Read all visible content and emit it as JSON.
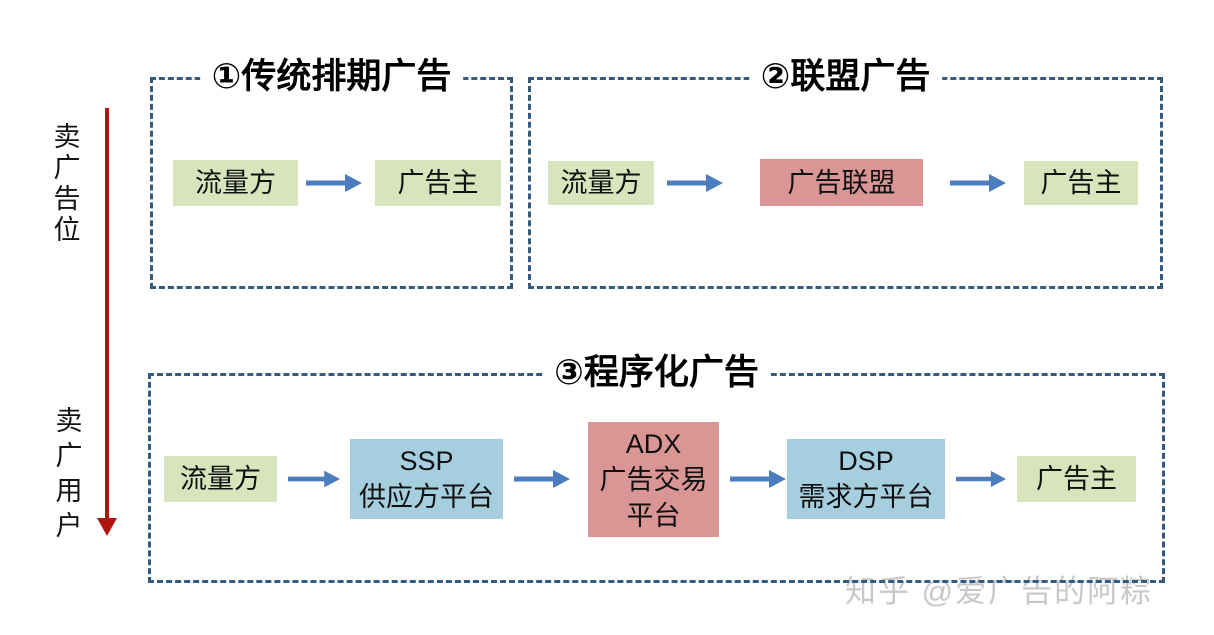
{
  "diagram": {
    "left_axis": {
      "top_label": "卖广告位",
      "bottom_label": "卖广用户",
      "arrow_color": "#b01411"
    },
    "sections": [
      {
        "title": "①传统排期广告",
        "nodes": [
          {
            "label": "流量方",
            "type": "green"
          },
          {
            "label": "广告主",
            "type": "green"
          }
        ]
      },
      {
        "title": "②联盟广告",
        "nodes": [
          {
            "label": "流量方",
            "type": "green"
          },
          {
            "label": "广告联盟",
            "type": "red"
          },
          {
            "label": "广告主",
            "type": "green"
          }
        ]
      },
      {
        "title": "③程序化广告",
        "nodes": [
          {
            "label": "流量方",
            "type": "green"
          },
          {
            "label": "SSP\n供应方平台",
            "type": "blue"
          },
          {
            "label": "ADX\n广告交易\n平台",
            "type": "red"
          },
          {
            "label": "DSP\n需求方平台",
            "type": "blue"
          },
          {
            "label": "广告主",
            "type": "green"
          }
        ]
      }
    ],
    "colors": {
      "node_green": "#d7e4bc",
      "node_red": "#d99694",
      "node_blue": "#a5cede",
      "arrow_blue": "#4e7dbd",
      "frame_navy": "#365a7d",
      "axis_red": "#b01411",
      "watermark_gray": "#c8c8c8"
    },
    "watermark": "知乎 @爱广告的阿粽"
  }
}
